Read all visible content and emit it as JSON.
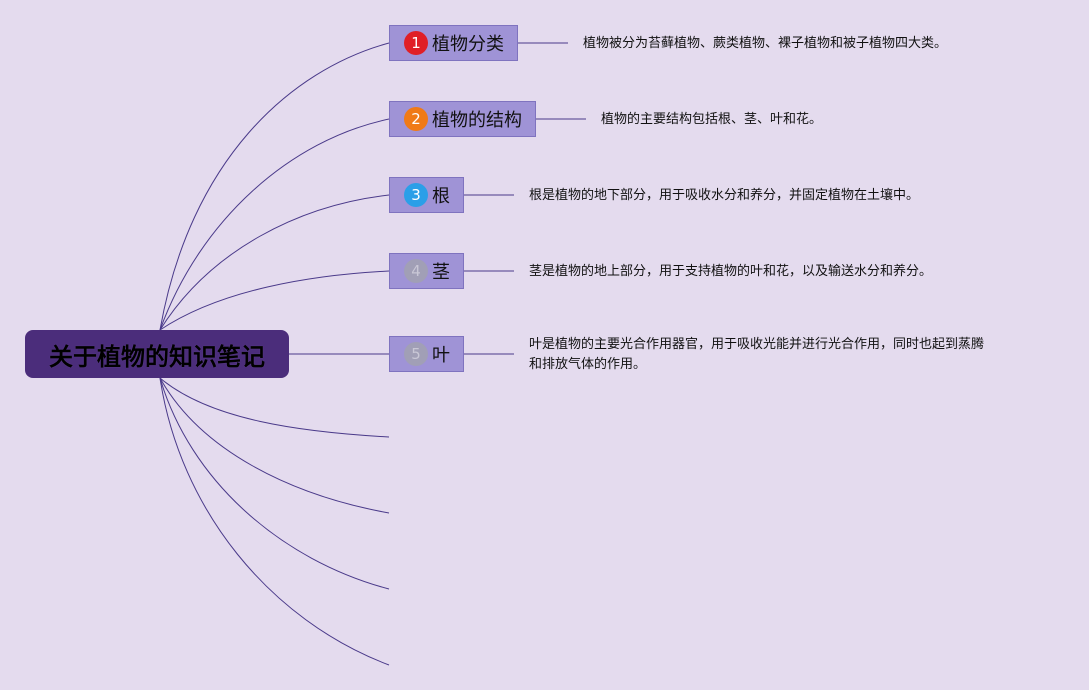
{
  "root": {
    "title": "关于植物的知识笔记"
  },
  "colors": {
    "background": "#e4dbee",
    "root_fill": "#4b2d7b",
    "node_fill": "#9f93d6",
    "node_border": "#7f73bf",
    "link": "#4a3a8a",
    "badge_1": "#e01f26",
    "badge_2": "#f07a17",
    "badge_3": "#2b9fe8",
    "badge_4": "#a19fb6",
    "badge_5": "#a19fb6"
  },
  "branches": [
    {
      "badge": "1",
      "label": "植物分类",
      "note": "植物被分为苔藓植物、蕨类植物、裸子植物和被子植物四大类。"
    },
    {
      "badge": "2",
      "label": "植物的结构",
      "note": "植物的主要结构包括根、茎、叶和花。"
    },
    {
      "badge": "3",
      "label": "根",
      "note": "根是植物的地下部分，用于吸收水分和养分，并固定植物在土壤中。"
    },
    {
      "badge": "4",
      "label": "茎",
      "note": "茎是植物的地上部分，用于支持植物的叶和花，以及输送水分和养分。"
    },
    {
      "badge": "5",
      "label": "叶",
      "note_line1": "叶是植物的主要光合作用器官，用于吸收光能并进行光合作用，同时也起到蒸腾",
      "note_line2": "和排放气体的作用。"
    }
  ]
}
